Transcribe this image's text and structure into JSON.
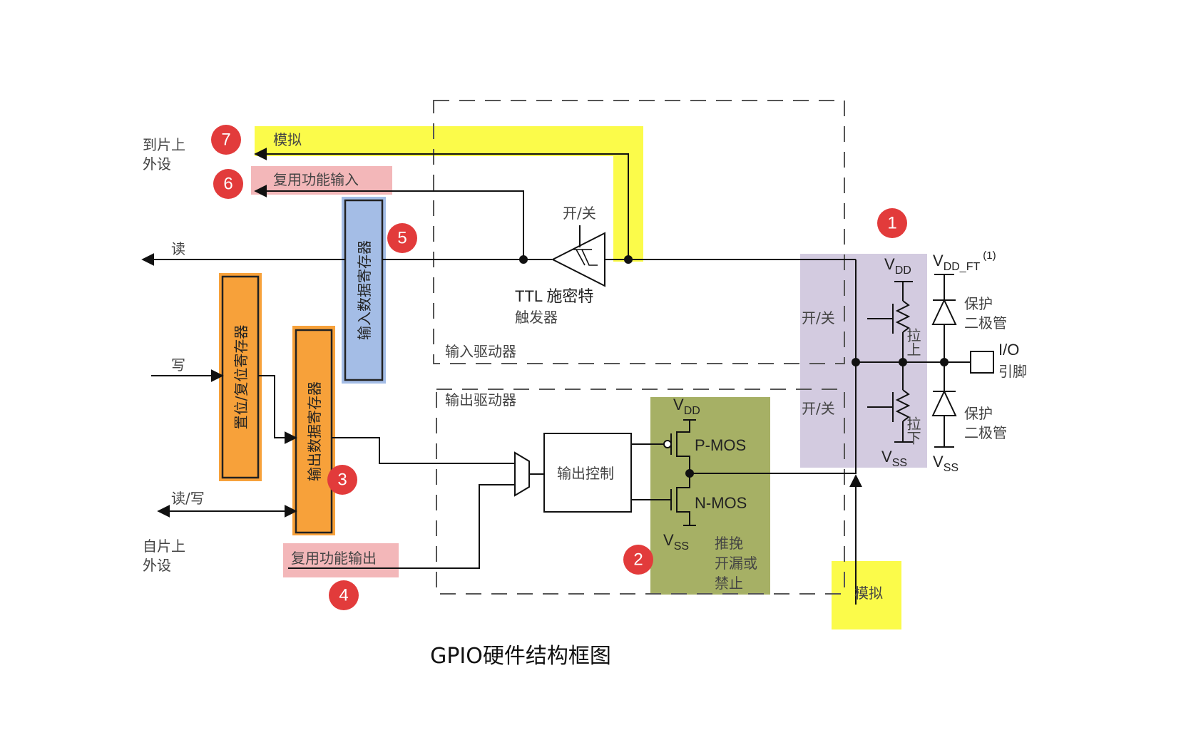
{
  "caption": "GPIO硬件结构框图",
  "colors": {
    "analog_highlight": "#fbfb4a",
    "alt_function_highlight": "#f3b7b9",
    "input_register": "#a4bde6",
    "output_registers": "#f7a13a",
    "mos_block": "#a6b065",
    "pull_block": "#d3cbe0",
    "badge": "#e23b3b"
  },
  "labels": {
    "to_onchip_peripheral_line1": "到片上",
    "to_onchip_peripheral_line2": "外设",
    "from_onchip_peripheral_line1": "自片上",
    "from_onchip_peripheral_line2": "外设",
    "analog_top": "模拟",
    "alt_function_input": "复用功能输入",
    "read": "读",
    "write": "写",
    "read_write": "读/写",
    "input_data_register": "输入数据寄存器",
    "bit_set_reset_register": "置位/复位寄存器",
    "output_data_register": "输出数据寄存器",
    "alt_function_output": "复用功能输出",
    "on_off_trigger": "开/关",
    "ttl_schmitt_line1": "TTL 施密特",
    "ttl_schmitt_line2": "触发器",
    "input_driver": "输入驱动器",
    "output_driver": "输出驱动器",
    "output_control": "输出控制",
    "vdd": "V",
    "vdd_sub": "DD",
    "vss": "V",
    "vss_sub": "SS",
    "pmos": "P-MOS",
    "nmos": "N-MOS",
    "mode_line1": "推挽",
    "mode_line2": "开漏或",
    "mode_line3": "禁止",
    "on_off_pullup": "开/关",
    "on_off_pulldown": "开/关",
    "pull_up": "拉上",
    "pull_down": "拉下",
    "vdd_ft": "V",
    "vdd_ft_sub": "DD_FT",
    "vdd_ft_note": "(1)",
    "protect_diode_line1": "保护",
    "protect_diode_line2": "二极管",
    "io_pin_line1": "I/O",
    "io_pin_line2": "引脚",
    "analog_bottom": "模拟"
  },
  "badges": [
    "1",
    "2",
    "3",
    "4",
    "5",
    "6",
    "7"
  ]
}
